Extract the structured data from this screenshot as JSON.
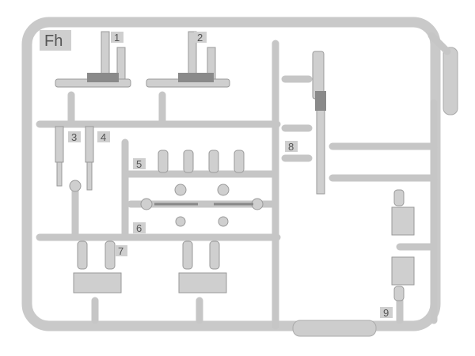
{
  "sprue": {
    "frame_label": "Fh",
    "part_numbers": [
      "1",
      "2",
      "3",
      "4",
      "5",
      "6",
      "7",
      "8",
      "9"
    ],
    "plastic_color": "#c9c9c9"
  }
}
